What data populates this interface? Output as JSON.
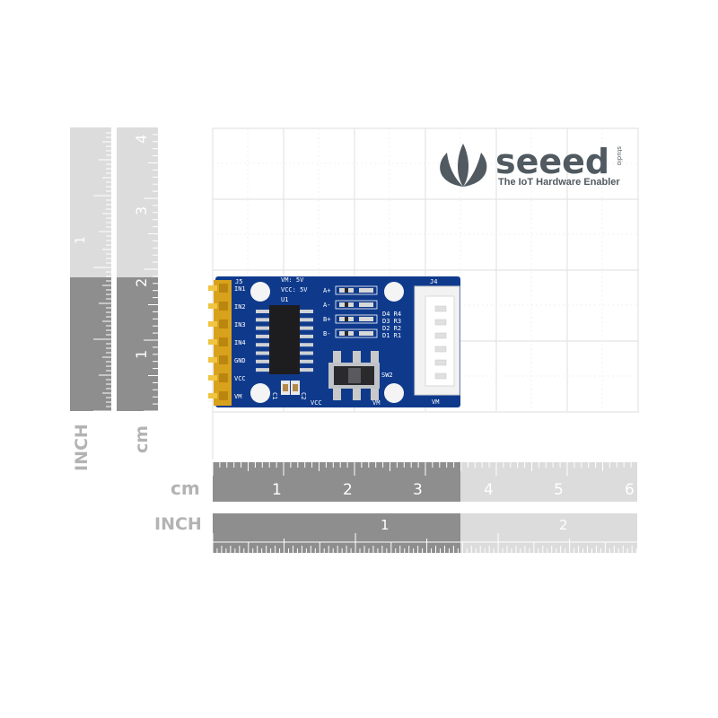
{
  "brand": {
    "name": "seeed",
    "studio": "studio",
    "tagline": "The IoT Hardware Enabler",
    "color": "#505a60"
  },
  "rulers": {
    "vertical_cm": {
      "unit": "cm",
      "labels": [
        "1",
        "2",
        "3",
        "4"
      ]
    },
    "vertical_inch": {
      "unit": "INCH",
      "labels": [
        "1"
      ]
    },
    "horizontal_cm": {
      "unit": "cm",
      "labels": [
        "1",
        "2",
        "3",
        "4",
        "5",
        "6"
      ]
    },
    "horizontal_inch": {
      "unit": "INCH",
      "labels": [
        "1",
        "2"
      ]
    }
  },
  "board": {
    "pcb_color": "#0f3a8c",
    "header_color": "#e7b528",
    "connector_left": "J5",
    "connector_right": "J4",
    "chip_ref": "U1",
    "switch_ref": "SW2",
    "pins": [
      "IN1",
      "IN2",
      "IN3",
      "IN4",
      "GND",
      "VCC",
      "VM"
    ],
    "supply_lines": [
      "VM: 5V",
      "VCC: 5V"
    ],
    "outputs": [
      "A+",
      "A-",
      "B+",
      "B-"
    ],
    "leds": [
      "D4 R4",
      "D3 R3",
      "D2 R2",
      "D1 R1"
    ],
    "caps": [
      "C1",
      "C2"
    ],
    "bottom_labels": [
      "VCC",
      "VM"
    ],
    "right_bottom_label": "VM"
  }
}
